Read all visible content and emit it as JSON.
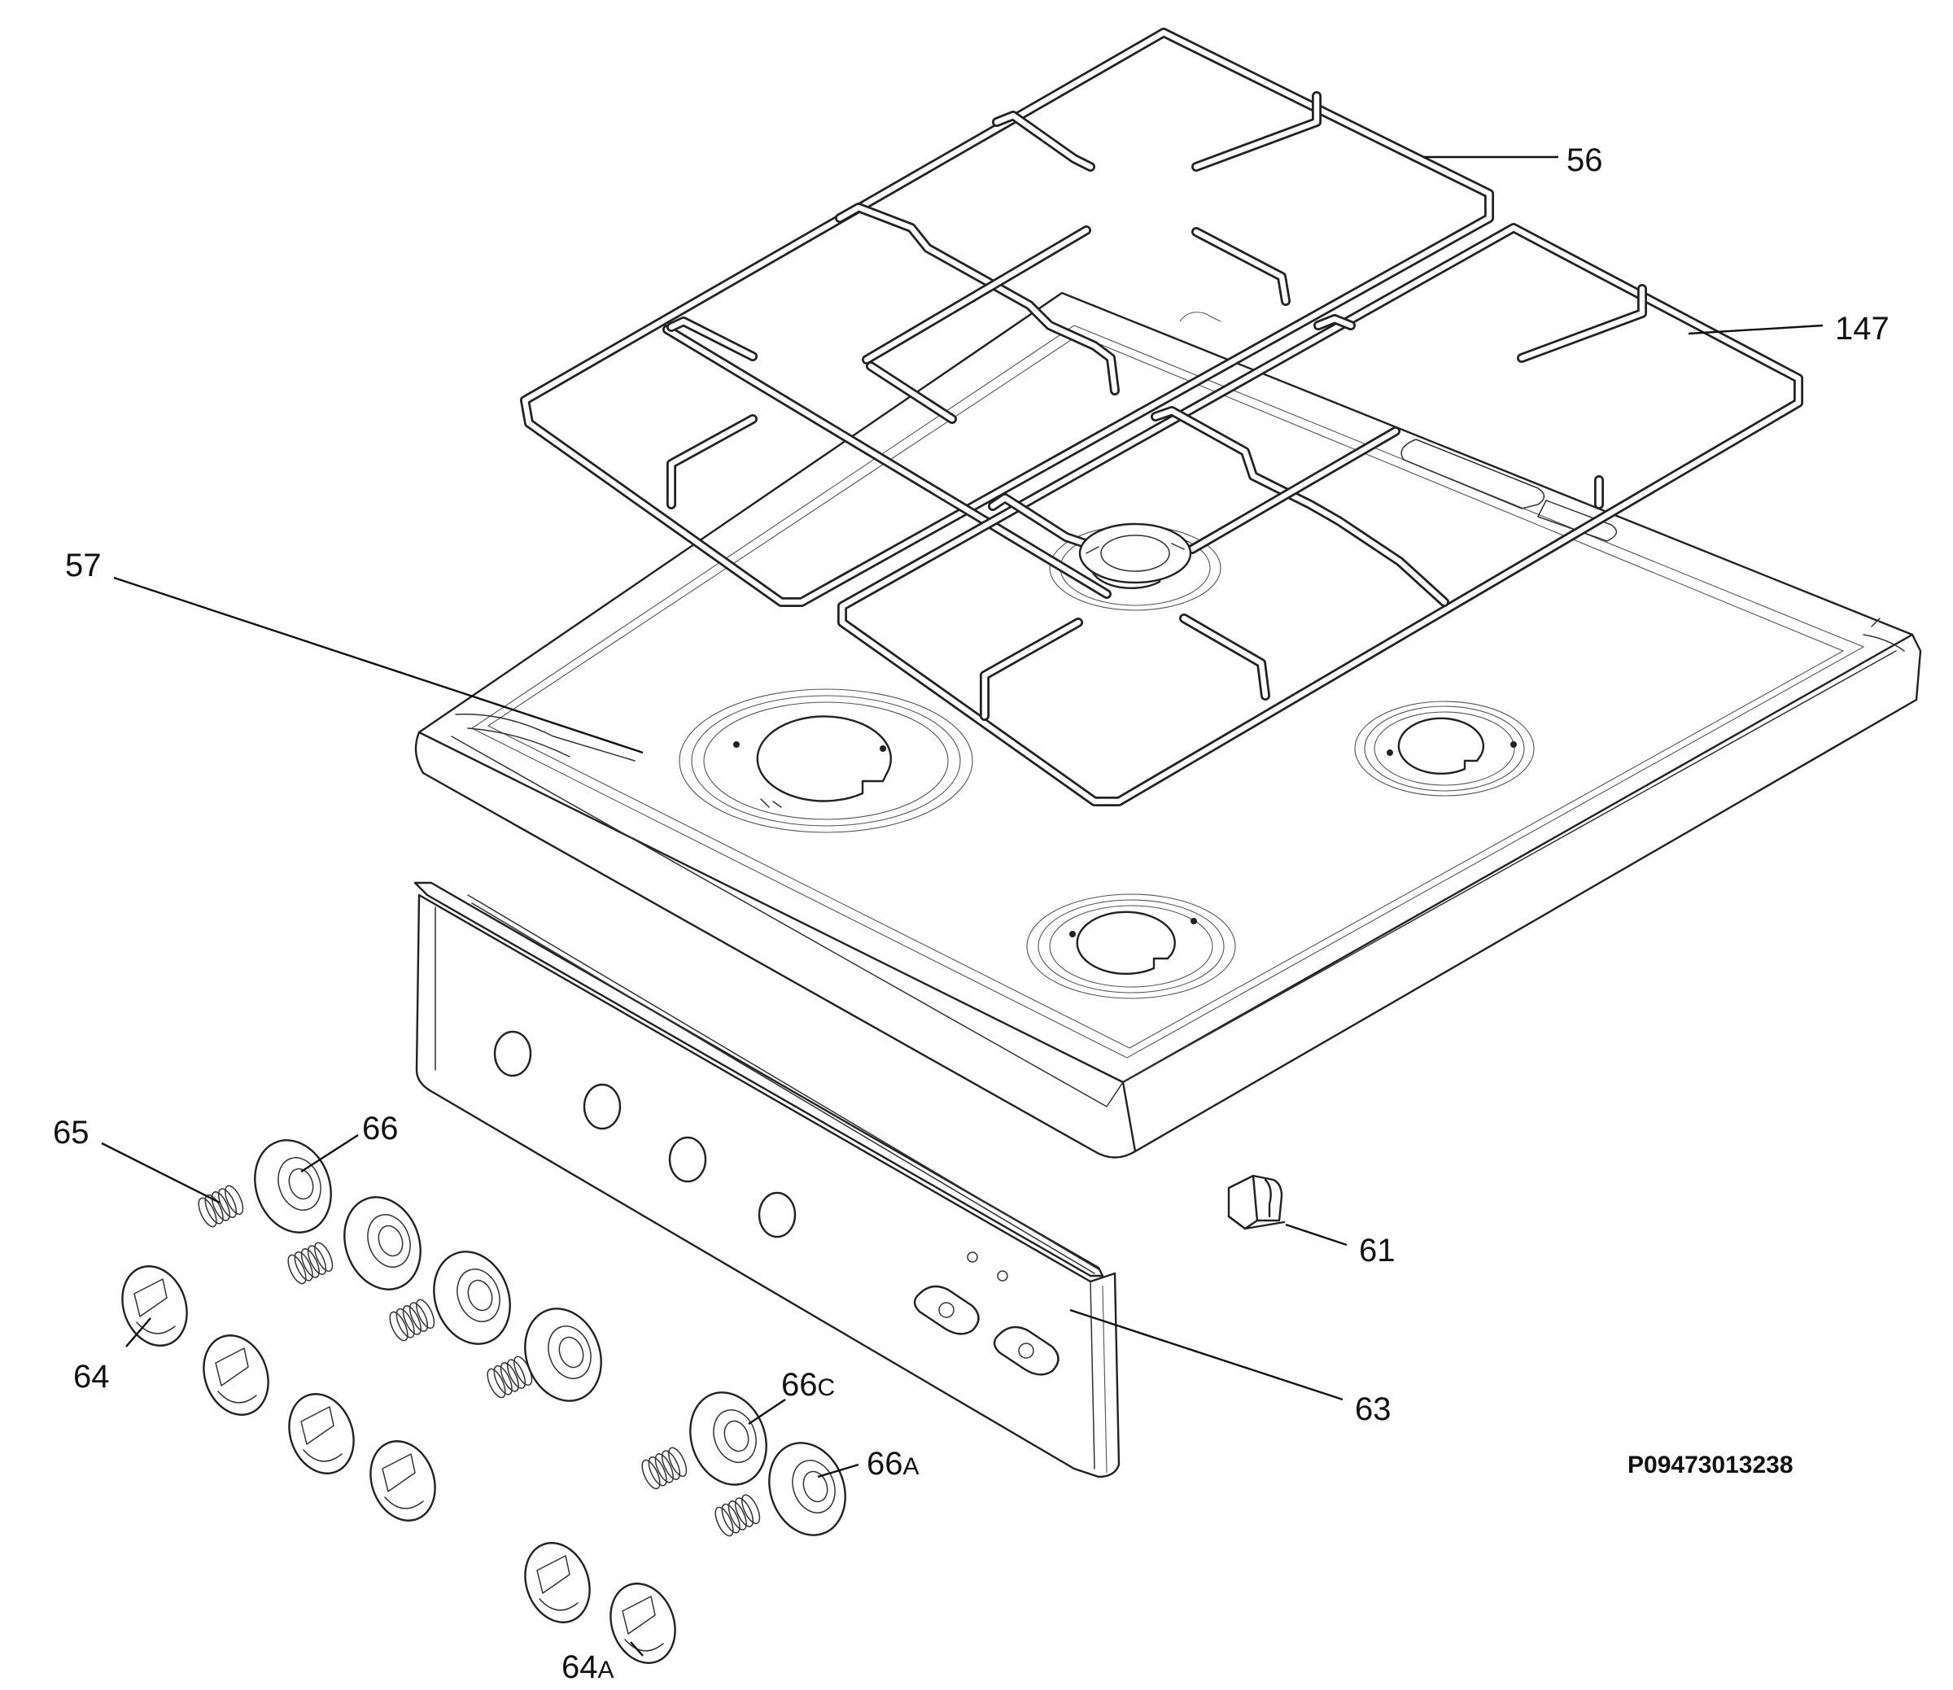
{
  "labels": {
    "l56": "56",
    "l147": "147",
    "l57": "57",
    "l65": "65",
    "l66": "66",
    "l64": "64",
    "l61": "61",
    "l63": "63",
    "l66c_main": "66",
    "l66c_sub": "C",
    "l66a_main": "66",
    "l66a_sub": "A",
    "l64a_main": "64",
    "l64a_sub": "A"
  },
  "document_code": "P09473013238"
}
